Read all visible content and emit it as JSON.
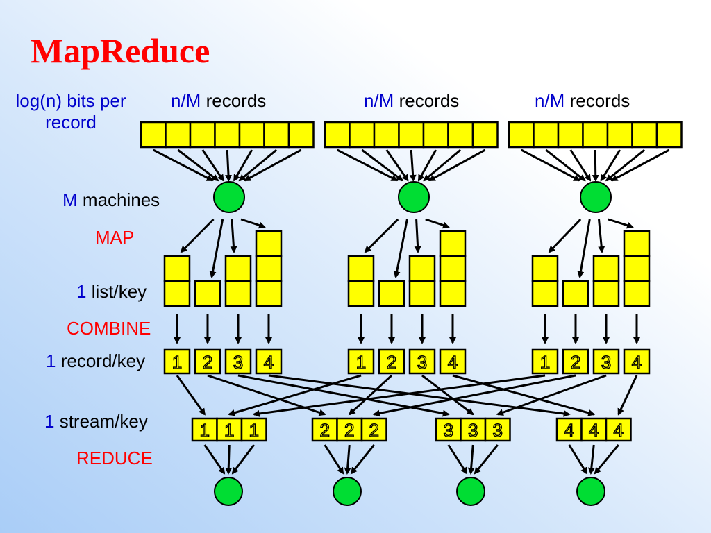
{
  "title": "MapReduce",
  "labels": {
    "bits_per_record": "log(n) bits per record",
    "records_prefix": "n/M",
    "records_word": "records",
    "machines_prefix": "M",
    "machines_word": "machines",
    "map": "MAP",
    "list_prefix": "1",
    "list_word": "list/key",
    "combine": "COMBINE",
    "record_prefix": "1",
    "record_word": "record/key",
    "stream_prefix": "1",
    "stream_word": "stream/key",
    "reduce": "REDUCE"
  },
  "keys": [
    "1",
    "2",
    "3",
    "4"
  ],
  "diagram": {
    "groups": 3,
    "records_per_group": 7,
    "list_heights": [
      2,
      1,
      2,
      3
    ],
    "streams_per_key": 3
  },
  "colors": {
    "cell": "#ffff00",
    "node": "#00dd33",
    "blue_text": "#0000cc",
    "red_text": "#ff0000"
  }
}
